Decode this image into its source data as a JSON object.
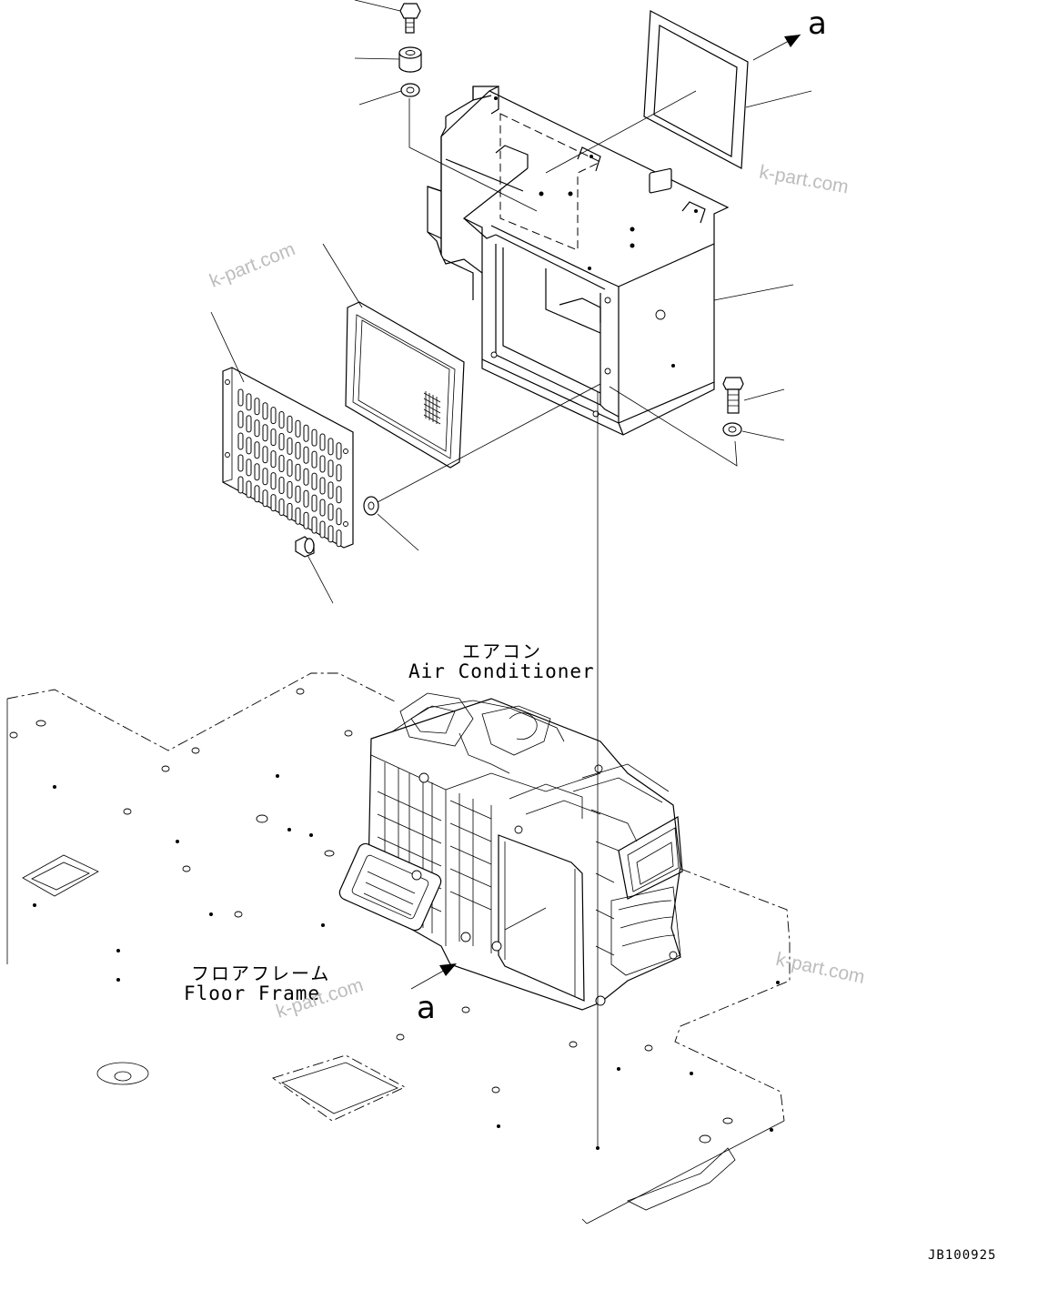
{
  "labels": {
    "air_conditioner_jp": "エアコン",
    "air_conditioner_en": "Air Conditioner",
    "floor_frame_jp": "フロアフレーム",
    "floor_frame_en": "Floor Frame",
    "ref_letter_top": "a",
    "ref_letter_bottom": "a",
    "drawing_number": "JB100925"
  },
  "watermarks": [
    "k-part.com",
    "k-part.com",
    "k-part.com",
    "k-part.com"
  ]
}
